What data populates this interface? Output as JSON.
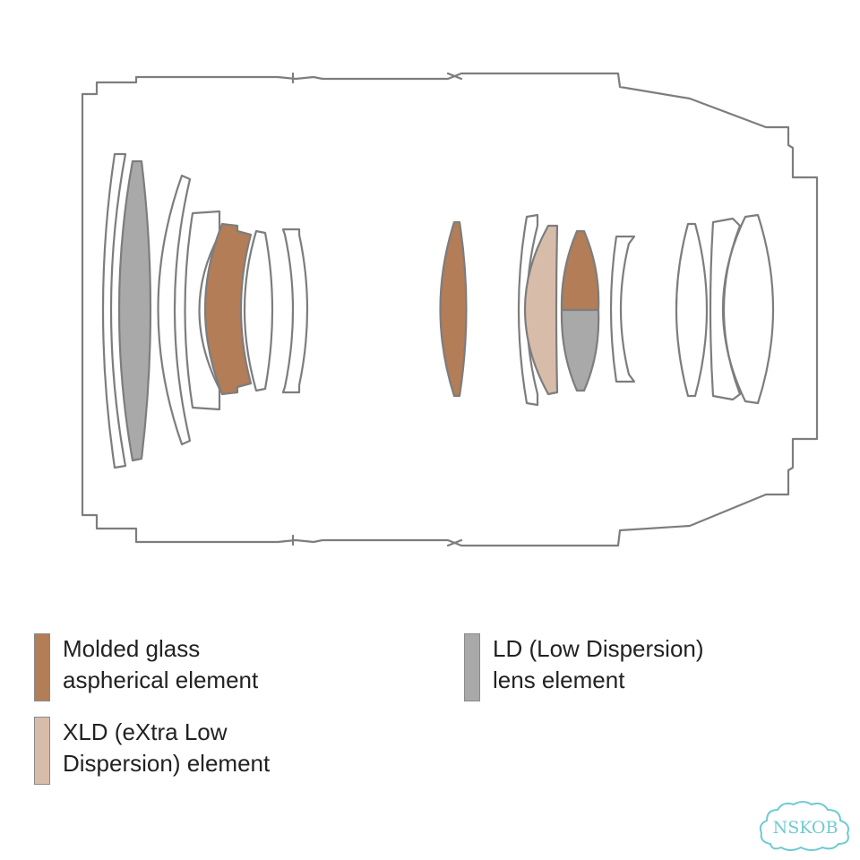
{
  "colors": {
    "outline": "#7d7d7d",
    "molded_aspherical": "#b27d57",
    "xld": "#d8bcaa",
    "ld": "#a9a9a9",
    "background": "#ffffff",
    "watermark": "#6fcbd1"
  },
  "legend": [
    {
      "key": "molded_aspherical",
      "line1": "Molded glass",
      "line2": "aspherical element"
    },
    {
      "key": "ld",
      "line1": "LD (Low Dispersion)",
      "line2": "lens element"
    },
    {
      "key": "xld",
      "line1": "XLD (eXtra Low",
      "line2": "Dispersion) element"
    }
  ],
  "watermark": {
    "text": "NSKOB"
  }
}
